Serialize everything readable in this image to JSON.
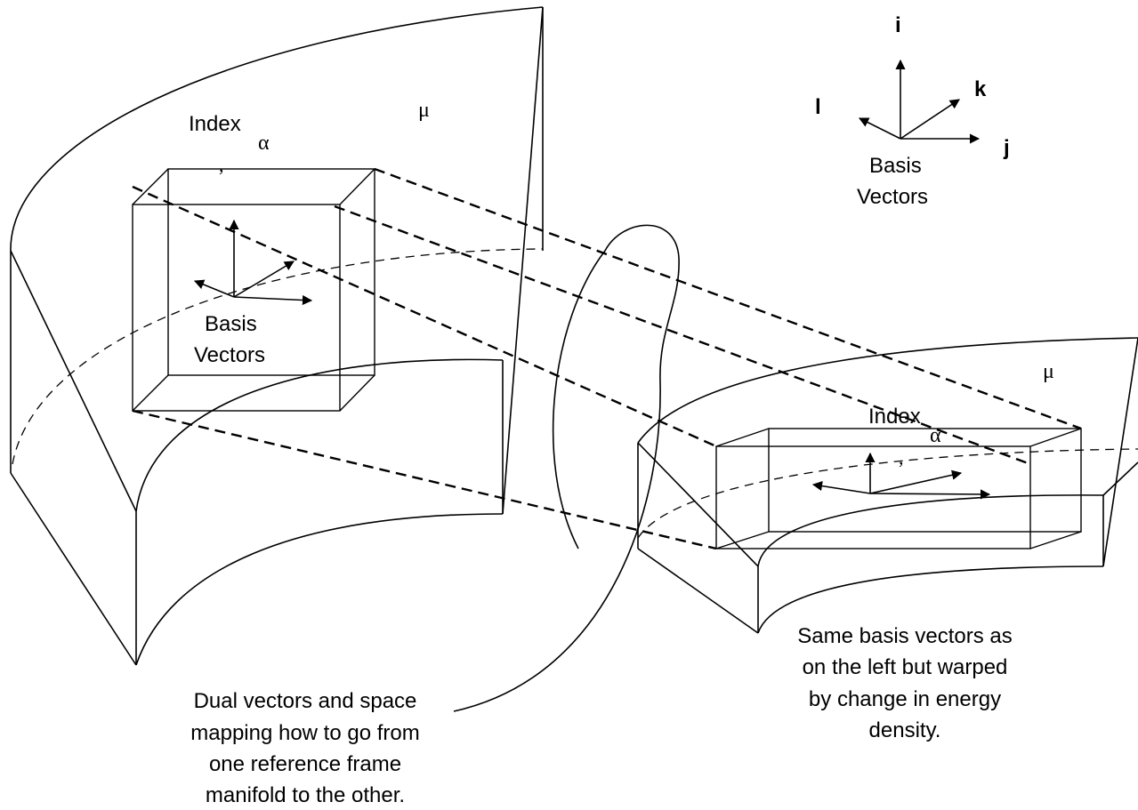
{
  "left_panel": {
    "index_label": "Index",
    "alpha": "α",
    "mu": "μ",
    "comma": ",",
    "basis_line1": "Basis",
    "basis_line2": "Vectors"
  },
  "right_panel": {
    "index_label": "Index",
    "alpha": "α",
    "mu": "μ",
    "comma": ","
  },
  "axes_legend": {
    "i": "i",
    "j": "j",
    "k": "k",
    "l": "l",
    "basis_line1": "Basis",
    "basis_line2": "Vectors"
  },
  "captions": {
    "left": [
      "Dual vectors and space",
      "mapping how to go from",
      "one reference frame",
      "manifold to the other."
    ],
    "right": [
      "Same basis vectors as",
      "on the left but warped",
      "by change in energy",
      "density."
    ]
  }
}
